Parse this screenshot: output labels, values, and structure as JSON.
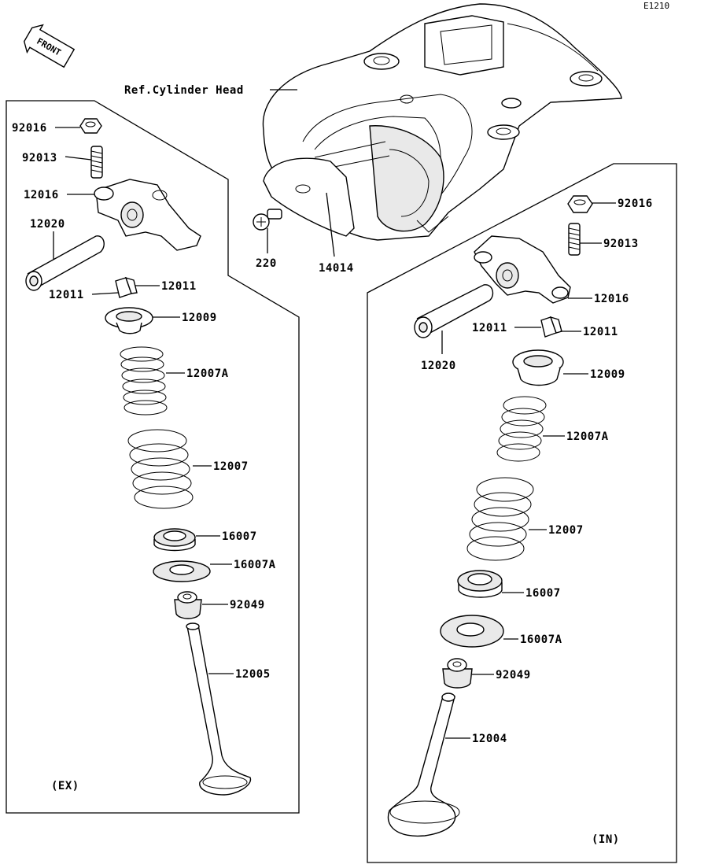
{
  "diagram_code": "E1210",
  "front_label": "FRONT",
  "ref_label": "Ref.Cylinder Head",
  "head_parts": {
    "bolt": "220",
    "plate": "14014"
  },
  "ex": {
    "group_label": "(EX)",
    "nut": "92016",
    "adjuster_screw": "92013",
    "rocker_arm": "12016",
    "rocker_shaft": "12020",
    "collet_a": "12011",
    "collet_b": "12011",
    "retainer": "12009",
    "inner_spring": "12007A",
    "outer_spring": "12007",
    "spring_seat": "16007",
    "washer": "16007A",
    "stem_seal": "92049",
    "valve": "12005"
  },
  "in": {
    "group_label": "(IN)",
    "nut": "92016",
    "adjuster_screw": "92013",
    "rocker_arm": "12016",
    "rocker_shaft": "12020",
    "collet_a": "12011",
    "collet_b": "12011",
    "retainer": "12009",
    "inner_spring": "12007A",
    "outer_spring": "12007",
    "spring_seat": "16007",
    "washer": "16007A",
    "stem_seal": "92049",
    "valve": "12004"
  }
}
